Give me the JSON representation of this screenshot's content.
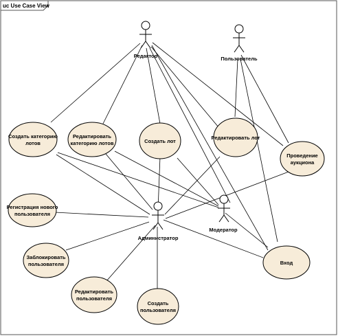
{
  "diagram": {
    "frame_title": "uc Use Case View",
    "colors": {
      "usecase_fill": "#f7ecd9",
      "stroke": "#000000",
      "frame": "#555555"
    },
    "actors": [
      {
        "id": "editor",
        "label": "Редактор"
      },
      {
        "id": "user",
        "label": "Пользователь"
      },
      {
        "id": "moderator",
        "label": "Модератор"
      },
      {
        "id": "admin",
        "label": "Администратор"
      }
    ],
    "usecases": [
      {
        "id": "create_category",
        "lines": [
          "Создать категорию",
          "лотов"
        ]
      },
      {
        "id": "edit_category",
        "lines": [
          "Редактировать",
          "категорию лотов"
        ]
      },
      {
        "id": "create_lot",
        "lines": [
          "Создать лот"
        ]
      },
      {
        "id": "edit_lot",
        "lines": [
          "Редактировать лот"
        ]
      },
      {
        "id": "auction",
        "lines": [
          "Проведение",
          "аукциона"
        ]
      },
      {
        "id": "register_user",
        "lines": [
          "Регистрация нового",
          "пользователя"
        ]
      },
      {
        "id": "block_user",
        "lines": [
          "Заблокировать",
          "пользователя"
        ]
      },
      {
        "id": "login",
        "lines": [
          "Вход"
        ]
      },
      {
        "id": "edit_user",
        "lines": [
          "Редактировать",
          "пользователя"
        ]
      },
      {
        "id": "create_user",
        "lines": [
          "Создать",
          "пользователя"
        ]
      }
    ]
  }
}
